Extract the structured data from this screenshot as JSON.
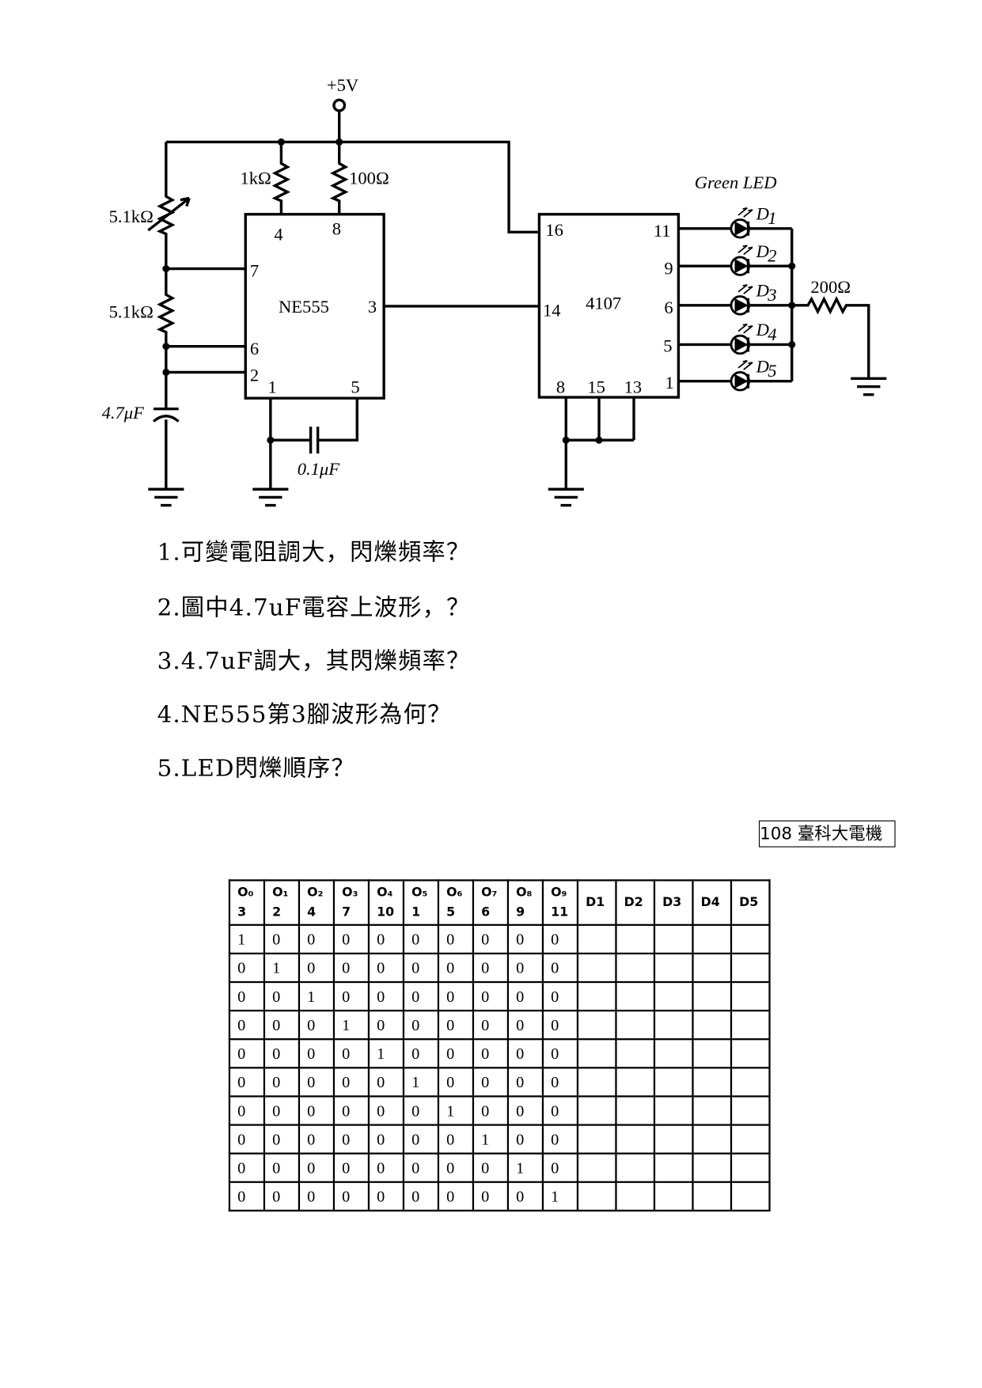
{
  "circuit": {
    "supply": "+5V",
    "r_1k": "1kΩ",
    "r_100": "100Ω",
    "vr": "5.1kΩ",
    "r_51": "5.1kΩ",
    "c_47": "4.7μF",
    "c_01": "0.1μF",
    "r_200": "200Ω",
    "ne555": {
      "name": "NE555",
      "pins": {
        "p4": "4",
        "p8": "8",
        "p7": "7",
        "p3": "3",
        "p6": "6",
        "p2": "2",
        "p1": "1",
        "p5": "5"
      }
    },
    "ic4107": {
      "name": "4107",
      "pins": {
        "p16": "16",
        "p11": "11",
        "p9": "9",
        "p14": "14",
        "p6": "6",
        "p5": "5",
        "p1": "1",
        "p8": "8",
        "p15": "15",
        "p13": "13"
      }
    },
    "led_title": "Green  LED",
    "leds": [
      {
        "l": "D",
        "s": "1"
      },
      {
        "l": "D",
        "s": "2"
      },
      {
        "l": "D",
        "s": "3"
      },
      {
        "l": "D",
        "s": "4"
      },
      {
        "l": "D",
        "s": "5"
      }
    ]
  },
  "questions": [
    "1.可變電阻調大，閃爍頻率？",
    "2.圖中4.7uF電容上波形，？",
    "3.4.7uF調大，其閃爍頻率？",
    "4.NE555第3腳波形為何？",
    "5.LED閃爍順序？"
  ],
  "source_tag": "108 臺科大電機",
  "table": {
    "headers": [
      [
        "O₀",
        "3"
      ],
      [
        "O₁",
        "2"
      ],
      [
        "O₂",
        "4"
      ],
      [
        "O₃",
        "7"
      ],
      [
        "O₄",
        "10"
      ],
      [
        "O₅",
        "1"
      ],
      [
        "O₆",
        "5"
      ],
      [
        "O₇",
        "6"
      ],
      [
        "O₈",
        "9"
      ],
      [
        "O₉",
        "11"
      ],
      [
        "D1"
      ],
      [
        "D2"
      ],
      [
        "D3"
      ],
      [
        "D4"
      ],
      [
        "D5"
      ]
    ],
    "rows": [
      [
        "1",
        "0",
        "0",
        "0",
        "0",
        "0",
        "0",
        "0",
        "0",
        "0"
      ],
      [
        "0",
        "1",
        "0",
        "0",
        "0",
        "0",
        "0",
        "0",
        "0",
        "0"
      ],
      [
        "0",
        "0",
        "1",
        "0",
        "0",
        "0",
        "0",
        "0",
        "0",
        "0"
      ],
      [
        "0",
        "0",
        "0",
        "1",
        "0",
        "0",
        "0",
        "0",
        "0",
        "0"
      ],
      [
        "0",
        "0",
        "0",
        "0",
        "1",
        "0",
        "0",
        "0",
        "0",
        "0"
      ],
      [
        "0",
        "0",
        "0",
        "0",
        "0",
        "1",
        "0",
        "0",
        "0",
        "0"
      ],
      [
        "0",
        "0",
        "0",
        "0",
        "0",
        "0",
        "1",
        "0",
        "0",
        "0"
      ],
      [
        "0",
        "0",
        "0",
        "0",
        "0",
        "0",
        "0",
        "1",
        "0",
        "0"
      ],
      [
        "0",
        "0",
        "0",
        "0",
        "0",
        "0",
        "0",
        "0",
        "1",
        "0"
      ],
      [
        "0",
        "0",
        "0",
        "0",
        "0",
        "0",
        "0",
        "0",
        "0",
        "1"
      ]
    ]
  }
}
